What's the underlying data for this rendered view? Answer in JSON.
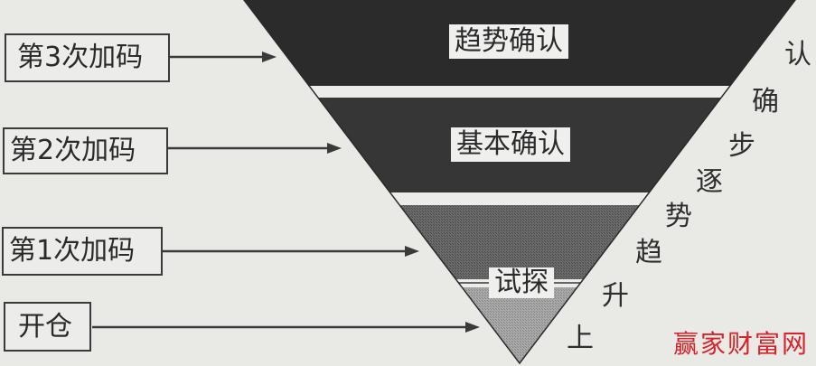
{
  "diagram": {
    "title": "inverted pyramid position building",
    "colors": {
      "background": "#e9e9e6",
      "band_trend_confirm": "#2b2b2b",
      "band_basic_confirm": "#3a3a3a",
      "band_probe_upper": "#5c5c5c",
      "band_probe_lower": "#9a9a9a",
      "watermark": "#d8232a"
    },
    "stages": [
      {
        "label": "第3次加码",
        "target_band": "趋势确认"
      },
      {
        "label": "第2次加码",
        "target_band": "基本确认"
      },
      {
        "label": "第1次加码",
        "target_band": "试探"
      },
      {
        "label": "开仓",
        "target_band": "试探"
      }
    ],
    "bands": [
      {
        "label": "趋势确认"
      },
      {
        "label": "基本确认"
      },
      {
        "label": "试探"
      }
    ],
    "side_text": {
      "chars": [
        "上",
        "升",
        "趋",
        "势",
        "逐",
        "步",
        "确",
        "认"
      ],
      "meaning": "上升趋势逐步确认"
    },
    "watermark": "赢家财富网"
  }
}
